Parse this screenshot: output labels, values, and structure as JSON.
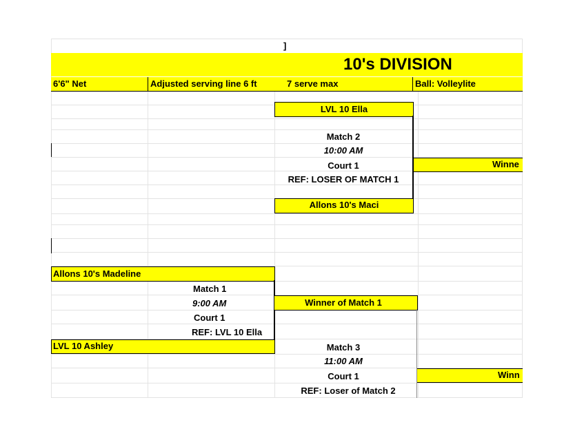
{
  "top_mark": "]",
  "division_title": "10's DIVISION",
  "header": {
    "net": "6'6\" Net",
    "serving_line": "Adjusted serving line 6 ft",
    "serve_max": "7 serve max",
    "ball": "Ball:  Volleylite"
  },
  "match2": {
    "team_top": "LVL 10 Ella",
    "label": "Match 2",
    "time": "10:00 AM",
    "court": "Court 1",
    "ref": "REF:  LOSER OF MATCH 1",
    "team_bottom": "Allons 10's Maci",
    "winner_partial": "Winne"
  },
  "match1": {
    "team_top": "Allons 10's Madeline",
    "label": "Match 1",
    "time": "9:00 AM",
    "court": "Court 1",
    "ref": "REF:  LVL 10 Ella",
    "team_bottom": "LVL 10 Ashley"
  },
  "match3": {
    "team_top": "Winner of Match 1",
    "label": "Match 3",
    "time": "11:00 AM",
    "court": "Court 1",
    "ref": "REF:  Loser of Match 2",
    "winner_partial": "Winn"
  }
}
